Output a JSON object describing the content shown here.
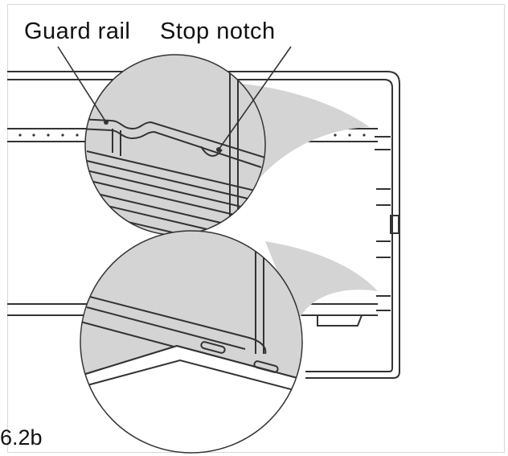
{
  "labels": {
    "guard_rail": "Guard rail",
    "stop_notch": "Stop notch",
    "figure_number": "6.2b"
  },
  "colors": {
    "line": "#333333",
    "magnifier_fill": "#d4d4d4",
    "background": "#ffffff"
  }
}
